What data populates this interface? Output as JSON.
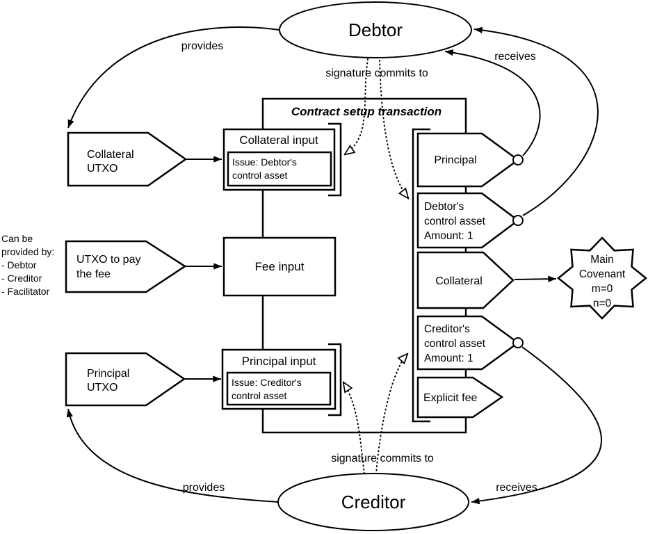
{
  "colors": {
    "line": "#000000",
    "background": "#ffffff"
  },
  "actors": {
    "debtor": "Debtor",
    "creditor": "Creditor"
  },
  "labels": {
    "provides_top": "provides",
    "receives_top": "receives",
    "provides_bottom": "provides",
    "receives_bottom": "receives",
    "signature_top": "signature commits to",
    "signature_bottom": "signature commits to"
  },
  "note": {
    "lines": [
      "Can be",
      "provided by:",
      "- Debtor",
      "- Creditor",
      "- Facilitator"
    ]
  },
  "utxo_inputs": {
    "collateral": {
      "lines": [
        "Collateral",
        "UTXO"
      ]
    },
    "fee": {
      "lines": [
        "UTXO to pay",
        "the fee"
      ]
    },
    "principal": {
      "lines": [
        "Principal",
        "UTXO"
      ]
    }
  },
  "transaction": {
    "title": "Contract setup transaction",
    "inputs": {
      "collateral": {
        "title": "Collateral input",
        "issue": [
          "Issue: Debtor's",
          "control asset"
        ]
      },
      "fee": {
        "title": "Fee input"
      },
      "principal": {
        "title": "Principal input",
        "issue": [
          "Issue: Creditor's",
          "control asset"
        ]
      }
    },
    "outputs": {
      "principal": {
        "lines": [
          "Principal"
        ]
      },
      "debtor_control": {
        "lines": [
          "Debtor's",
          "control asset",
          "Amount: 1"
        ]
      },
      "collateral": {
        "lines": [
          "Collateral"
        ]
      },
      "creditor_control": {
        "lines": [
          "Creditor's",
          "control asset",
          "Amount: 1"
        ]
      },
      "explicit_fee": {
        "lines": [
          "Explicit fee"
        ]
      }
    }
  },
  "covenant": {
    "lines": [
      "Main",
      "Covenant",
      "m=0",
      "n=0"
    ]
  }
}
